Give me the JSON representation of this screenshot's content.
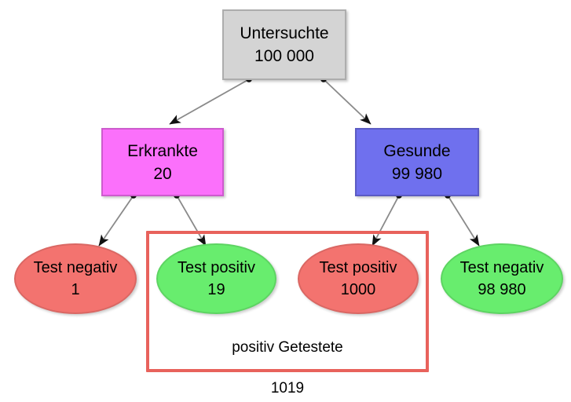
{
  "diagram": {
    "title_text": "",
    "colors": {
      "root_fill": "#d4d4d4",
      "diseased_fill": "#fb70fb",
      "healthy_fill": "#6f70ee",
      "positive_red_fill": "#f3736f",
      "negative_green_fill": "#68ed6e",
      "highlight_border": "#e8625c",
      "edge_line": "#8a8a8a",
      "text": "#000000"
    },
    "nodes": {
      "root": {
        "label": "Untersuchte",
        "value": "100 000",
        "shape": "rectangle"
      },
      "diseased": {
        "label": "Erkrankte",
        "value": "20",
        "shape": "rectangle"
      },
      "healthy": {
        "label": "Gesunde",
        "value": "99 980",
        "shape": "rectangle"
      },
      "diseased_negative": {
        "label": "Test negativ",
        "value": "1",
        "shape": "ellipse"
      },
      "diseased_positive": {
        "label": "Test positiv",
        "value": "19",
        "shape": "ellipse"
      },
      "healthy_positive": {
        "label": "Test positiv",
        "value": "1000",
        "shape": "ellipse"
      },
      "healthy_negative": {
        "label": "Test negativ",
        "value": "98 980",
        "shape": "ellipse"
      }
    },
    "highlight": {
      "caption_label": "positiv Getestete",
      "caption_value": "1019"
    }
  }
}
